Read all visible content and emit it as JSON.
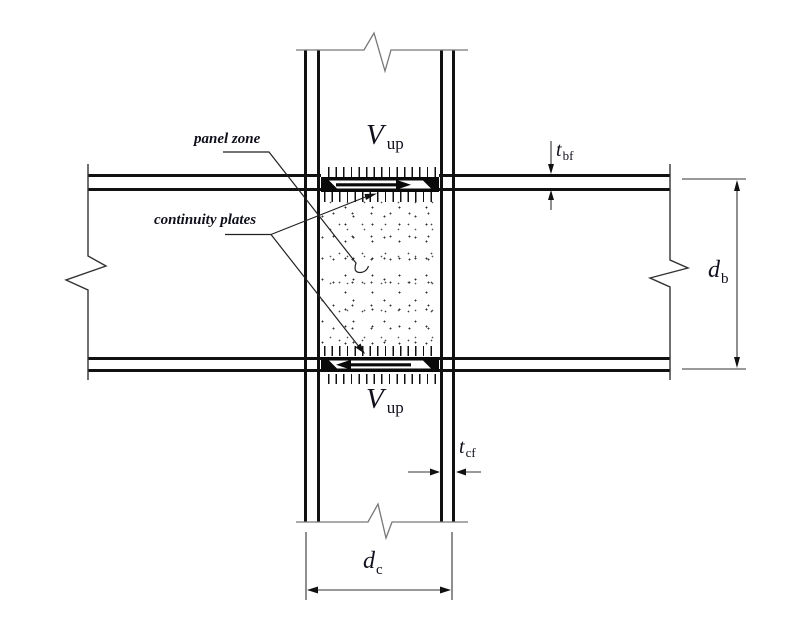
{
  "diagram": {
    "title_hint": "steel beam-column joint panel zone detail",
    "labels": {
      "panel_zone": "panel zone",
      "continuity_plates": "continuity plates",
      "v_up_top": {
        "symbol": "V",
        "sub": "up"
      },
      "v_up_bottom": {
        "symbol": "V",
        "sub": "up"
      },
      "t_bf": {
        "symbol": "t",
        "sub": "bf"
      },
      "t_cf": {
        "symbol": "t",
        "sub": "cf"
      },
      "d_b": {
        "symbol": "d",
        "sub": "b"
      },
      "d_c": {
        "symbol": "d",
        "sub": "c"
      }
    },
    "colors": {
      "background": "#ffffff",
      "main_line": "#111111",
      "break_line": "#777777",
      "dimension_line": "#333333",
      "text": "#10101c"
    }
  }
}
